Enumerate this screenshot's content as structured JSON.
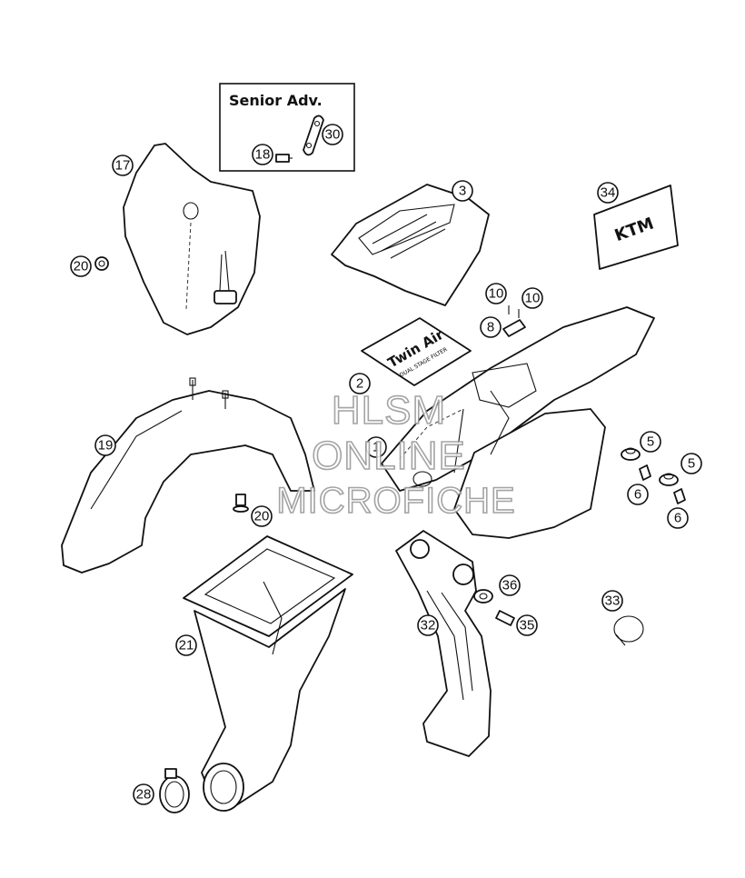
{
  "inset": {
    "title": "Senior Adv."
  },
  "callouts": {
    "c17": "17",
    "c20a": "20",
    "c18": "18",
    "c30": "30",
    "c3": "3",
    "c34": "34",
    "c10a": "10",
    "c10b": "10",
    "c8": "8",
    "c2": "2",
    "c1": "1",
    "c19": "19",
    "c20b": "20",
    "c5a": "5",
    "c5b": "5",
    "c6a": "6",
    "c6b": "6",
    "c36": "36",
    "c33": "33",
    "c32": "32",
    "c35": "35",
    "c21": "21",
    "c28": "28"
  },
  "decal": {
    "line1": "Twin Air",
    "line2": "DUAL STAGE FILTER"
  },
  "logo": {
    "text": "KTM"
  },
  "watermark": {
    "line1": "HLSM",
    "line2": "ONLINE",
    "line3": "MICROFICHE"
  },
  "colors": {
    "stroke": "#111111",
    "watermark_outline": "#9a9a9a",
    "background": "#ffffff"
  }
}
